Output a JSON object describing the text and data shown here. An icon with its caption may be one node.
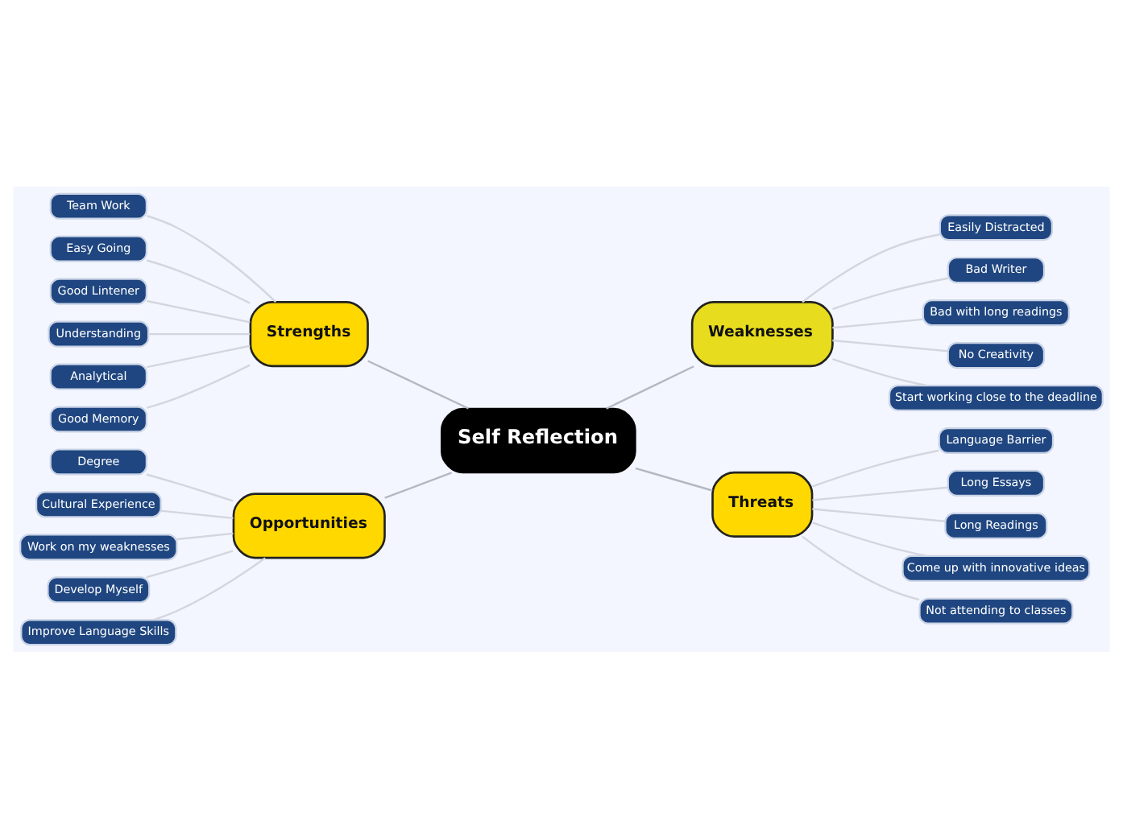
{
  "diagram": {
    "nodes": [
      {
        "text": [
          "Self Reflection"
        ]
      },
      {
        "text": [
          "Strengths"
        ]
      },
      {
        "text": [
          "Team Work"
        ]
      },
      {
        "text": [
          "Easy Going"
        ]
      },
      {
        "text": [
          "Good Lintener"
        ]
      },
      {
        "text": [
          "Understanding"
        ]
      },
      {
        "text": [
          "Analytical"
        ]
      },
      {
        "text": [
          "Good Memory"
        ]
      },
      {
        "text": [
          "Weaknesses"
        ]
      },
      {
        "text": [
          "Easily Distracted"
        ]
      },
      {
        "text": [
          "Bad Writer"
        ]
      },
      {
        "text": [
          "Bad with long readings"
        ]
      },
      {
        "text": [
          "No Creativity"
        ]
      },
      {
        "text": [
          "Start working close to the deadline"
        ]
      },
      {
        "text": [
          "Opportunities"
        ]
      },
      {
        "text": [
          "Degree"
        ]
      },
      {
        "text": [
          "Cultural Experience"
        ]
      },
      {
        "text": [
          "Work on my weaknesses"
        ]
      },
      {
        "text": [
          "Develop Myself"
        ]
      },
      {
        "text": [
          "Improve Language Skills"
        ]
      },
      {
        "text": [
          "Threats"
        ]
      },
      {
        "text": [
          "Language Barrier"
        ]
      },
      {
        "text": [
          "Long Essays"
        ]
      },
      {
        "text": [
          "Long Readings"
        ]
      },
      {
        "text": [
          "Come up with innovative ideas"
        ]
      },
      {
        "text": [
          "Not attending to classes"
        ]
      }
    ],
    "edges": [
      {
        "from": 0,
        "to": 1,
        "arrow": "none",
        "color": "#b4b8c4"
      },
      {
        "from": 1,
        "to": 2,
        "arrow": "none"
      },
      {
        "from": 1,
        "to": 3,
        "arrow": "none"
      },
      {
        "from": 1,
        "to": 4,
        "arrow": "none"
      },
      {
        "from": 1,
        "to": 5,
        "arrow": "none"
      },
      {
        "from": 1,
        "to": 6,
        "arrow": "none"
      },
      {
        "from": 1,
        "to": 7,
        "arrow": "none"
      },
      {
        "from": 0,
        "to": 8,
        "arrow": "none",
        "color": "#b4b8c4"
      },
      {
        "from": 8,
        "to": 9,
        "arrow": "none"
      },
      {
        "from": 8,
        "to": 10,
        "arrow": "none"
      },
      {
        "from": 8,
        "to": 11,
        "arrow": "none"
      },
      {
        "from": 8,
        "to": 12,
        "arrow": "none"
      },
      {
        "from": 8,
        "to": 13,
        "arrow": "none"
      },
      {
        "from": 0,
        "to": 14,
        "arrow": "none",
        "color": "#b4b8c4"
      },
      {
        "from": 14,
        "to": 15,
        "arrow": "none"
      },
      {
        "from": 14,
        "to": 16,
        "arrow": "none"
      },
      {
        "from": 14,
        "to": 17,
        "arrow": "none"
      },
      {
        "from": 14,
        "to": 18,
        "arrow": "none"
      },
      {
        "from": 14,
        "to": 19,
        "arrow": "none"
      },
      {
        "from": 0,
        "to": 20,
        "arrow": "none",
        "color": "#b4b8c4"
      },
      {
        "from": 20,
        "to": 21,
        "arrow": "none"
      },
      {
        "from": 20,
        "to": 22,
        "arrow": "none"
      },
      {
        "from": 20,
        "to": 23,
        "arrow": "none"
      },
      {
        "from": 20,
        "to": 24,
        "arrow": "none"
      },
      {
        "from": 20,
        "to": 25,
        "arrow": "none"
      }
    ]
  }
}
